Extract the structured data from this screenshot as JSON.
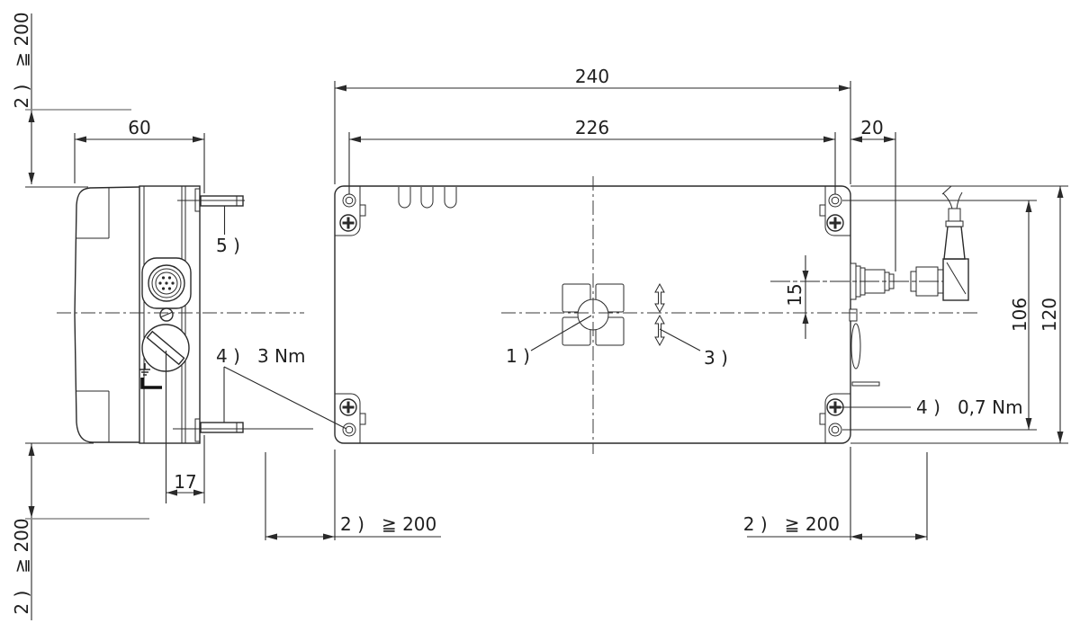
{
  "colors": {
    "background": "#ffffff",
    "ink": "#2a2a2a",
    "gray_line": "#8c8c8c"
  },
  "dimensions": {
    "overall_length": "240",
    "mounting_hole_spacing": "226",
    "connector_clearance": "20",
    "side_view_width": "60",
    "handwheel_offset": "17",
    "overall_height": "120",
    "mounting_hole_height": "106",
    "connector_axis_offset": "15"
  },
  "callouts": {
    "coupling": "1 )",
    "direction_arrows": "3 )",
    "shaft_pin": "5 )",
    "torque_mounting": "4 )   3 Nm",
    "torque_connector": "4 )   0,7 Nm",
    "clearance_top_left": "2 )   ≧ 200",
    "clearance_bottom_left": "2 )   ≧ 200",
    "clearance_bottom_middle": "2 )   ≧ 200",
    "clearance_bottom_right": "2 )   ≧ 200"
  }
}
